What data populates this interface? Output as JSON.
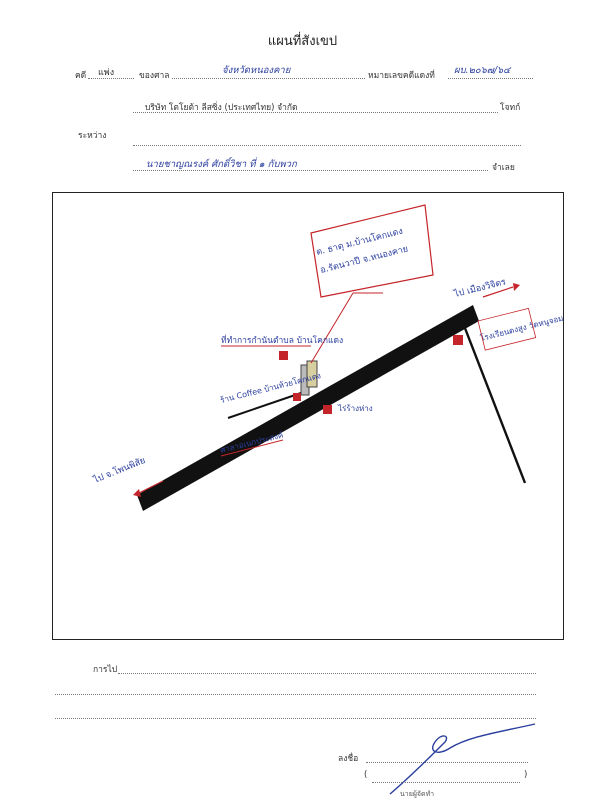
{
  "header": {
    "title": "แผนที่สังเขป",
    "case_label": "คดี",
    "case_type": "แพ่ง",
    "court_label": "ของศาล",
    "court_name": "จังหวัดหนองคาย",
    "red_case_label": "หมายเลขคดีแดงที่",
    "red_case_no": "ผบ.๒๐๖๗/๖๔",
    "plaintiff": "บริษัท โตโยต้า ลีสซิ่ง (ประเทศไทย) จำกัด",
    "plaintiff_role": "โจทก์",
    "between_label": "ระหว่าง",
    "defendant": "นายชาญณรงค์ ศักดิ์วิชา ที่ ๑ กับพวก",
    "defendant_role": "จำเลย"
  },
  "map": {
    "address_line1": "ต. ธาตุ ม.บ้านโคกแดง",
    "address_line2": "อ.รัตนวาปี จ.หนองคาย",
    "to_right": "ไป เมืองวิจิตร",
    "to_left": "ไป จ.โพนพิสัย",
    "landmark_top": "ที่ทำการกำนันตำบล บ้านโคกแดง",
    "landmark_left": "ร้าน Coffee บ้านห้วยโคกแดง",
    "landmark_bottom": "ศาลาอเนกประสงค์",
    "landmark_center": "ไร่ร้างห่าง",
    "landmark_right": "โรงเรียนดงสูง วัดหนูจอมแก้ว"
  },
  "footer": {
    "purpose_label": "การไป",
    "sign_label": "ลงชื่อ",
    "paren_open": "(",
    "paren_close": ")",
    "role_label": "นายผู้จัดทำ"
  },
  "colors": {
    "ink_red": "#c4252a",
    "ink_blue": "#2b3f9e",
    "road": "#111111"
  }
}
